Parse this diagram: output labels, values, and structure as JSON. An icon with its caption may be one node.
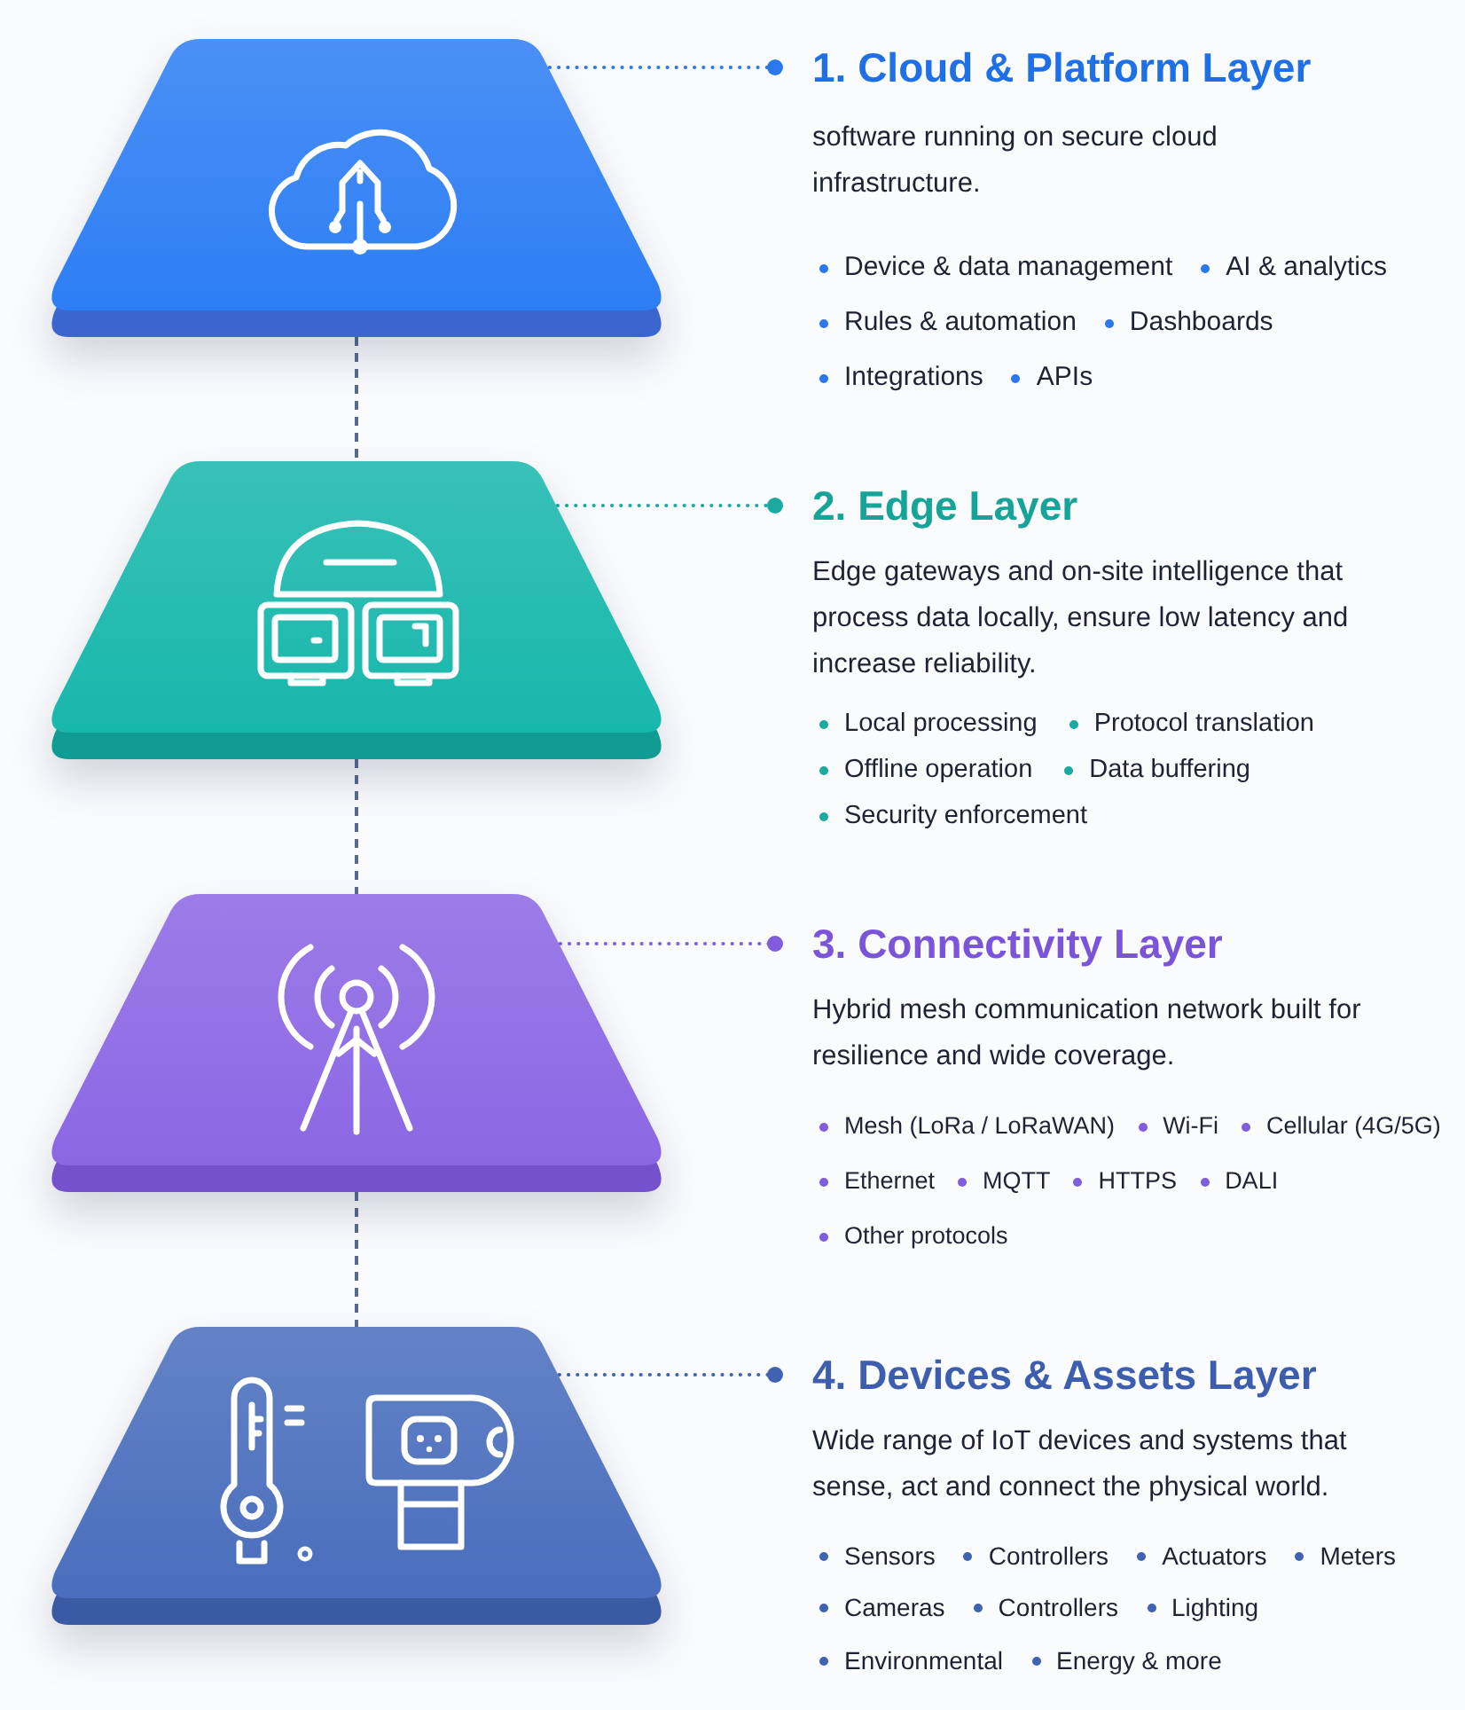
{
  "diagram": {
    "nodes": [
      {
        "text": [],
        "shape": "trapezoid"
      },
      {
        "text": [
          "1. Cloud & Platform Layer",
          "software running on secure cloud infrastructure.",
          "Device & data management",
          "AI & analytics",
          "Rules & automation",
          "Dashboards",
          "Integrations",
          "APIs"
        ]
      },
      {
        "text": [],
        "shape": "trapezoid"
      },
      {
        "text": [
          "2. Edge Layer",
          "Edge gateways and on-site intelligence that process data locally, ensure low latency and increase reliability.",
          "Local processing",
          "Protocol translation",
          "Offline operation",
          "Data buffering",
          "Security enforcement"
        ]
      },
      {
        "text": [],
        "shape": "trapezoid"
      },
      {
        "text": [
          "3. Connectivity Layer",
          "Hybrid mesh communication network built for resilience and wide coverage.",
          "Mesh (LoRa / LoRaWAN)",
          "Wi-Fi",
          "Cellular (4G/5G)",
          "Ethernet",
          "MQTT",
          "HTTPS",
          "DALI",
          "Other protocols"
        ]
      },
      {
        "text": [],
        "shape": "trapezoid"
      },
      {
        "text": [
          "4. Devices & Assets Layer",
          "Wide range of IoT devices and systems that sense, act and connect the physical world.",
          "Sensors",
          "Controllers",
          "Actuators",
          "Meters",
          "Cameras",
          "Controllers",
          "Lighting",
          "Environmental",
          "Energy & more"
        ]
      }
    ],
    "edges": [
      {
        "from": 0,
        "to": 1,
        "arrow": "other",
        "style": "dashed",
        "color": "#2b78ec"
      },
      {
        "from": 0,
        "to": 2,
        "arrow": "none",
        "style": "dashed"
      },
      {
        "from": 2,
        "to": 3,
        "arrow": "other",
        "style": "dashed",
        "color": "#1aaa9f"
      },
      {
        "from": 2,
        "to": 4,
        "arrow": "none",
        "style": "dashed"
      },
      {
        "from": 4,
        "to": 5,
        "arrow": "other",
        "style": "dashed",
        "color": "#7f5ddc"
      },
      {
        "from": 4,
        "to": 6,
        "arrow": "none",
        "style": "dashed"
      },
      {
        "from": 6,
        "to": 7,
        "arrow": "other",
        "style": "dashed",
        "color": "#3f62b2"
      }
    ]
  }
}
